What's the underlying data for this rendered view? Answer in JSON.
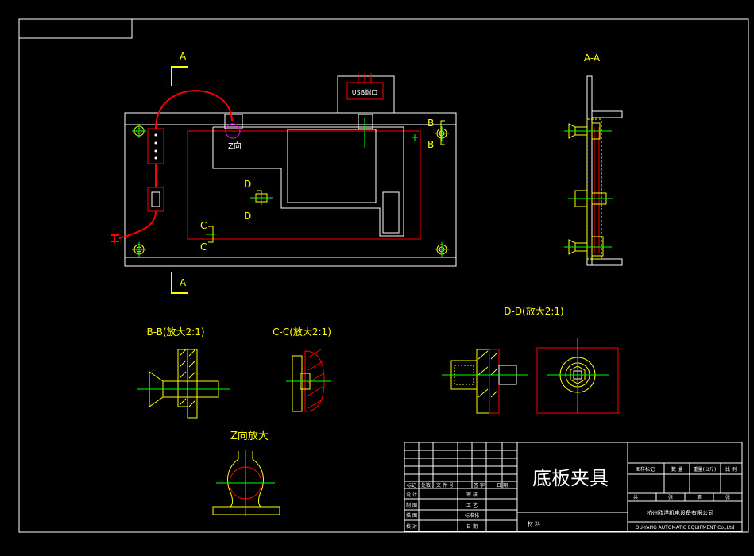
{
  "labels": {
    "section_a_top": "A",
    "section_a_bottom": "A",
    "section_b_top": "B",
    "section_b_bottom": "B",
    "section_c_top": "C",
    "section_c_bottom": "C",
    "section_d_top": "D",
    "section_d_bottom": "D",
    "z_marker": "Z向",
    "usb_label": "USB端口",
    "view_aa": "A-A",
    "view_bb": "B-B(放大2:1)",
    "view_cc": "C-C(放大2:1)",
    "view_dd": "D-D(放大2:1)",
    "view_z": "Z向放大"
  },
  "title_block": {
    "drawing_title": "底板夹具",
    "company_cn": "杭州欧洋机电设备有限公司",
    "company_en": "OU-YANG AUTOMATIC EQUIPMENT Co.,Ltd",
    "material_label": "材 料",
    "header_cells": [
      "标记",
      "处数",
      "文 件 号",
      "签 字",
      "日 期"
    ],
    "role_rows": [
      {
        "left": "设 计",
        "right": "审 核"
      },
      {
        "left": "制 图",
        "right": "工 艺"
      },
      {
        "left": "描 图",
        "right": "标准化"
      },
      {
        "left": "校 对",
        "right": "日 期"
      }
    ],
    "info_headers": [
      "图样标记",
      "数 量",
      "重量(公斤)",
      "比 例"
    ],
    "sheet_cells": [
      "共",
      "张",
      "第",
      "张"
    ]
  },
  "colors": {
    "background": "#000000",
    "yellow": "#ffff00",
    "white": "#ffffff",
    "red": "#ff0000",
    "green": "#00ff00",
    "magenta": "#ff00ff"
  }
}
